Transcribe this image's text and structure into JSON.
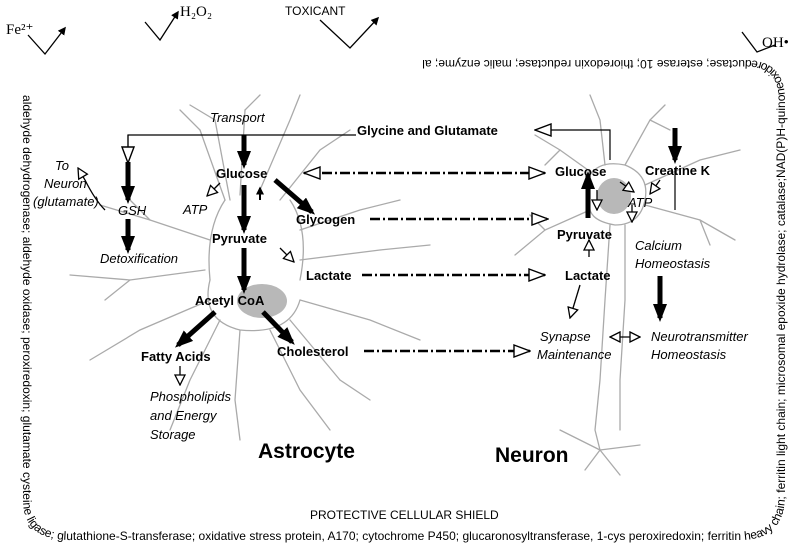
{
  "top_labels": {
    "fe2": "Fe²⁺",
    "h2o2": "H₂O₂",
    "toxicant": "TOXICANT",
    "oh": "OH•"
  },
  "shield": {
    "label": "PROTECTIVE CELLULAR SHIELD",
    "top_text": "aldehyde dehydrogenase; aldehyde oxidase; peroxiredoxin; glutamate cysteine ligase; glutathione-S-tran",
    "top_left_text": "malic enzyme; al",
    "top_right_text": "sferase; oxidative stress protein, A170; cytochrome P450; glucaronosyltransferase, 1-cys peroxiredoxin; ferritin heavy chain; ferritin light chain; microsomal epoxide hydrolase; catalase;NAD(P)H-quinoneoxidoreductase; esterase 10; thioredoxin reductase; "
  },
  "astrocyte": {
    "title": "Astrocyte",
    "transport": "Transport",
    "glucose": "Glucose",
    "atp": "ATP",
    "glycogen": "Glycogen",
    "pyruvate": "Pyruvate",
    "lactate": "Lactate",
    "acetyl_coa": "Acetyl CoA",
    "fatty_acids": "Fatty Acids",
    "cholesterol": "Cholesterol",
    "phospholipids": "Phospholipids",
    "and_energy": "and Energy",
    "storage": "Storage",
    "gsh": "GSH",
    "detox": "Detoxification",
    "to_neuron_1": "To",
    "to_neuron_2": "Neuron",
    "to_neuron_3": "(glutamate)"
  },
  "shared": {
    "glycine_glutamate": "Glycine and Glutamate"
  },
  "neuron": {
    "title": "Neuron",
    "glucose": "Glucose",
    "atp": "ATP",
    "creatine_k": "Creatine K",
    "pyruvate": "Pyruvate",
    "lactate": "Lactate",
    "calcium_1": "Calcium",
    "calcium_2": "Homeostasis",
    "synapse_1": "Synapse",
    "synapse_2": "Maintenance",
    "neuro_1": "Neurotransmitter",
    "neuro_2": "Homeostasis"
  },
  "colors": {
    "cell_outline": "#aaaaaa",
    "nucleus": "#b8b8b8",
    "ink": "#000000"
  }
}
